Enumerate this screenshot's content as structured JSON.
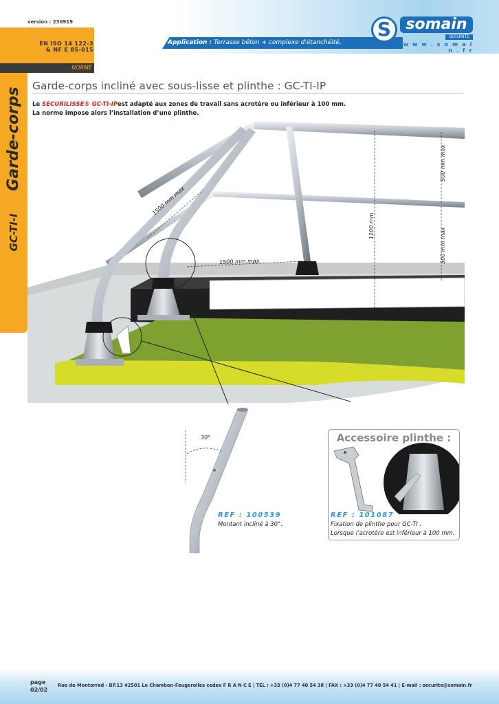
{
  "header": {
    "version": "version : 230919",
    "norms": [
      "EN ISO 14 122-3",
      "& NF E 85-015"
    ],
    "norme_label": "NORME",
    "application_label": "Application :",
    "application_text": "Terrasse béton + complexe d'étanchéité,",
    "logo": {
      "word": "somain",
      "tagline": "SECURITE",
      "url": "w w w . s o m a i n . f r",
      "brand_color": "#1c6fb8"
    }
  },
  "side_tab": {
    "category": "Garde-corps",
    "code": "GC-TI-I",
    "color": "#f7a823"
  },
  "title": "Garde-corps incliné avec sous-lisse et plinthe : GC-TI-IP",
  "intro": {
    "prefix": "Le",
    "brand": "SECURILISSE® GC-TI-IP",
    "line1_rest": "est adapté aux zones de travail sans acrotère ou inférieur à 100 mm.",
    "line2": "La norme impose alors l’installation d’une plinthe."
  },
  "dimensions": {
    "upright_spacing": "1500 mm max",
    "span": "1500 mm max",
    "total_height": "1100 mm",
    "upper_gap": "500 mm max",
    "lower_gap": "500 mm max"
  },
  "detail_angle": "30°",
  "ref1": {
    "label": "REF : 100539",
    "desc": "Montant incliné à 30°."
  },
  "accessory": {
    "title": "Accessoire plinthe :",
    "ref_label": "REF : 101087",
    "desc1": "Fixation de plinthe pour GC-TI .",
    "desc2": "Lorsque l’acrotère est inférieur à 100 mm."
  },
  "footer": {
    "page_label": "page",
    "page_num": "02/02",
    "address": "Rue de Montorrad - BP.13 42501 Le Chambon-Feugerolles cedex F R A N C E | TEL : +33 (0)4 77 40 54 38 | FAX : +33 (0)4 77 40 54 41 | E-mail : securite@somain.fr"
  }
}
